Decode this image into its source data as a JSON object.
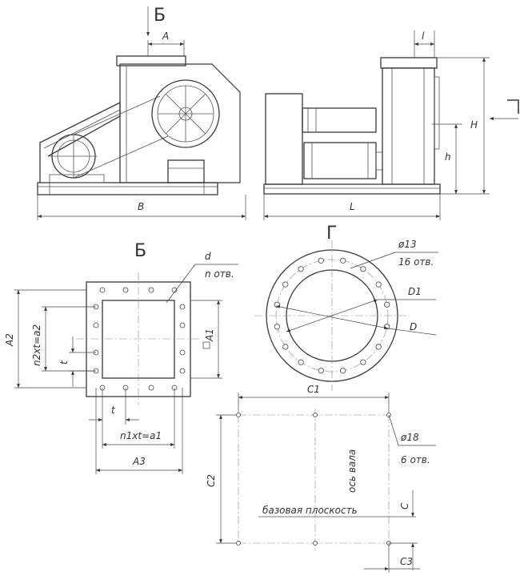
{
  "views": {
    "b": "Б",
    "g": "Г"
  },
  "labels": {
    "A": "A",
    "B": "B",
    "L": "L",
    "l": "l",
    "H": "H",
    "h": "h",
    "d": "d",
    "n_holes": "n отв.",
    "A1": "A1",
    "A2": "A2",
    "A3": "A3",
    "n2_t": "n2xt=a2",
    "n1_t": "n1xt=a1",
    "t": "t",
    "phi13": "ø13",
    "holes16": "16 отв.",
    "D1": "D1",
    "D": "D",
    "C1": "C1",
    "C2": "C2",
    "C3": "C3",
    "C": "C",
    "phi18": "ø18",
    "holes6": "6 отв.",
    "shaft_axis": "ось вала",
    "base_plane": "базовая плоскость"
  },
  "colors": {
    "line": "#3a3a3a"
  }
}
